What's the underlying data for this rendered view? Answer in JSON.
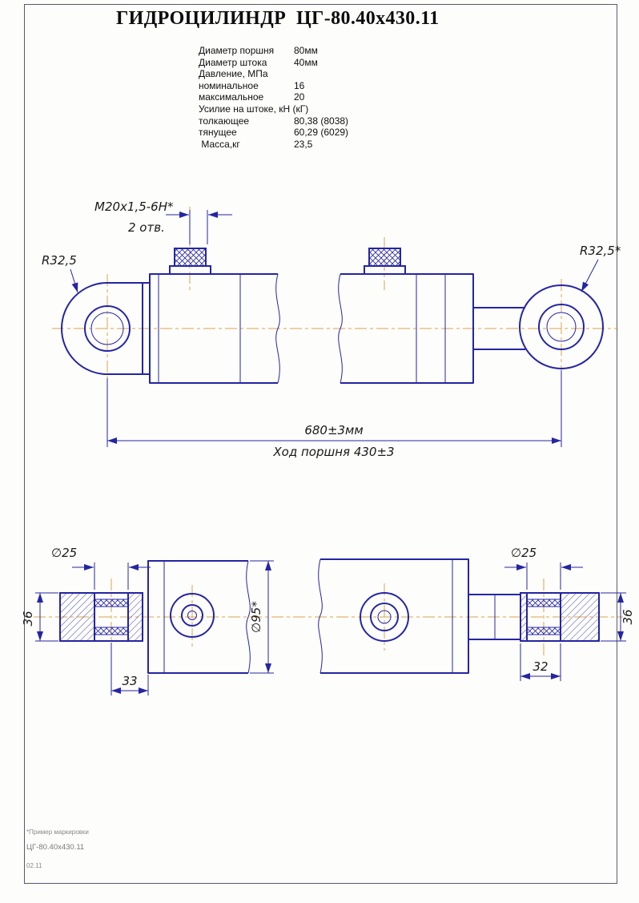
{
  "title": "ГИДРОЦИЛИНДР  ЦГ-80.40х430.11",
  "specs": {
    "rows": [
      {
        "label": "Диаметр поршня",
        "value": "80мм"
      },
      {
        "label": "Диаметр штока",
        "value": "40мм"
      },
      {
        "label": "Давление, МПа",
        "value": ""
      },
      {
        "label": "номинальное",
        "value": "16"
      },
      {
        "label": "максимальное",
        "value": "20"
      },
      {
        "label": "Усилие на штоке, кН (кГ)",
        "value": ""
      },
      {
        "label": "толкающее",
        "value": "80,38 (8038)"
      },
      {
        "label": "тянущее",
        "value": "60,29 (6029)"
      },
      {
        "label": " Масса,кг",
        "value": "23,5"
      }
    ]
  },
  "drawing": {
    "thread_label": "М20х1,5-6Н*",
    "thread_holes": "2 отв.",
    "radius_left": "R32,5",
    "radius_right": "R32,5*",
    "overall_length": "680±3мм",
    "piston_stroke": "Ход поршня 430±3",
    "dia_25_left": "∅25",
    "dia_25_right": "∅25",
    "dia_95": "∅95*",
    "dim_36_left": "36",
    "dim_36_right": "36",
    "dim_33": "33",
    "dim_32": "32"
  },
  "footer": {
    "note": "*Пример маркировки",
    "model": "ЦГ-80.40х430.11",
    "rev": "02.11"
  },
  "colors": {
    "line": "#2525a3",
    "centerline": "#dda24e"
  }
}
